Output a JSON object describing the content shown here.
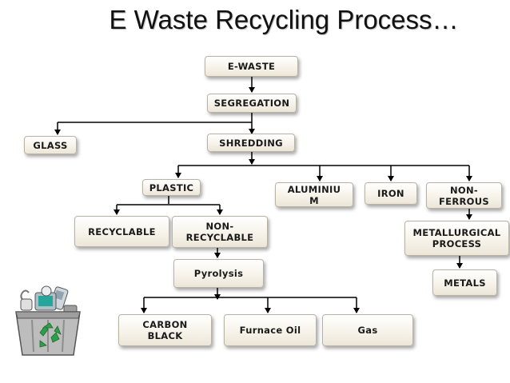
{
  "title": "E Waste Recycling Process…",
  "nodes": {
    "ewaste": "E-WASTE",
    "segregation": "SEGREGATION",
    "glass": "GLASS",
    "shredding": "SHREDDING",
    "plastic": "PLASTIC",
    "aluminium": "ALUMINIU\nM",
    "iron": "IRON",
    "nonferrous": "NON-\nFERROUS",
    "recyclable": "RECYCLABLE",
    "nonrecyclable": "NON-\nRECYCLABLE",
    "metallurgical": "METALLURGICAL\nPROCESS",
    "pyrolysis": "Pyrolysis",
    "metals": "METALS",
    "carbon_black": "CARBON\nBLACK",
    "furnace_oil": "Furnace Oil",
    "gas": "Gas"
  }
}
